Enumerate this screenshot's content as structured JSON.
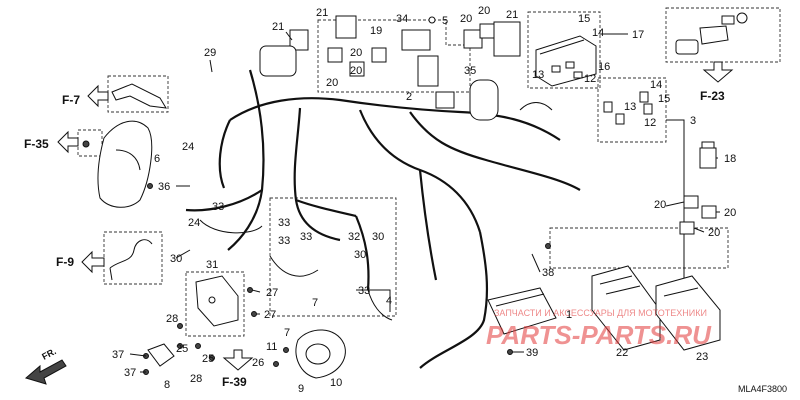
{
  "diagram": {
    "drawing_code": "MLA4F3800",
    "front_label": "FR.",
    "watermark": {
      "brand": "PARTS-PARTS.RU",
      "tagline": "ЗАПЧАСТИ И АКСЕССУАРЫ ДЛЯ МОТОТЕХНИКИ"
    },
    "section_refs": [
      {
        "id": "f7",
        "label": "F-7"
      },
      {
        "id": "f35",
        "label": "F-35"
      },
      {
        "id": "f9",
        "label": "F-9"
      },
      {
        "id": "f23",
        "label": "F-23"
      },
      {
        "id": "f39",
        "label": "F-39"
      }
    ],
    "callouts": [
      {
        "id": "c21a",
        "label": "21"
      },
      {
        "id": "c21b",
        "label": "21"
      },
      {
        "id": "c34",
        "label": "34"
      },
      {
        "id": "c5",
        "label": "5"
      },
      {
        "id": "c20a",
        "label": "20"
      },
      {
        "id": "c20b",
        "label": "20"
      },
      {
        "id": "c21c",
        "label": "21"
      },
      {
        "id": "c19",
        "label": "19"
      },
      {
        "id": "c20c",
        "label": "20"
      },
      {
        "id": "c20d",
        "label": "20"
      },
      {
        "id": "c20e",
        "label": "20"
      },
      {
        "id": "c29",
        "label": "29"
      },
      {
        "id": "c35",
        "label": "35"
      },
      {
        "id": "c15a",
        "label": "15"
      },
      {
        "id": "c14a",
        "label": "14"
      },
      {
        "id": "c17",
        "label": "17"
      },
      {
        "id": "c16",
        "label": "16"
      },
      {
        "id": "c13a",
        "label": "13"
      },
      {
        "id": "c12a",
        "label": "12"
      },
      {
        "id": "c14b",
        "label": "14"
      },
      {
        "id": "c15b",
        "label": "15"
      },
      {
        "id": "c13b",
        "label": "13"
      },
      {
        "id": "c12b",
        "label": "12"
      },
      {
        "id": "c3",
        "label": "3"
      },
      {
        "id": "c2",
        "label": "2"
      },
      {
        "id": "c6",
        "label": "6"
      },
      {
        "id": "c24a",
        "label": "24"
      },
      {
        "id": "c36",
        "label": "36"
      },
      {
        "id": "c18",
        "label": "18"
      },
      {
        "id": "c20f",
        "label": "20"
      },
      {
        "id": "c20g",
        "label": "20"
      },
      {
        "id": "c20h",
        "label": "20"
      },
      {
        "id": "c33a",
        "label": "33"
      },
      {
        "id": "c24b",
        "label": "24"
      },
      {
        "id": "c33b",
        "label": "33"
      },
      {
        "id": "c33c",
        "label": "33"
      },
      {
        "id": "c33d",
        "label": "33"
      },
      {
        "id": "c32",
        "label": "32"
      },
      {
        "id": "c30a",
        "label": "30"
      },
      {
        "id": "c30b",
        "label": "30"
      },
      {
        "id": "c30c",
        "label": "30"
      },
      {
        "id": "c31",
        "label": "31"
      },
      {
        "id": "c38",
        "label": "38"
      },
      {
        "id": "c27a",
        "label": "27"
      },
      {
        "id": "c27b",
        "label": "27"
      },
      {
        "id": "c33e",
        "label": "33"
      },
      {
        "id": "c4",
        "label": "4"
      },
      {
        "id": "c7a",
        "label": "7"
      },
      {
        "id": "c1",
        "label": "1"
      },
      {
        "id": "c28a",
        "label": "28"
      },
      {
        "id": "c25a",
        "label": "25"
      },
      {
        "id": "c28b",
        "label": "28"
      },
      {
        "id": "c25b",
        "label": "25"
      },
      {
        "id": "c7b",
        "label": "7"
      },
      {
        "id": "c11",
        "label": "11"
      },
      {
        "id": "c37a",
        "label": "37"
      },
      {
        "id": "c37b",
        "label": "37"
      },
      {
        "id": "c8",
        "label": "8"
      },
      {
        "id": "c26",
        "label": "26"
      },
      {
        "id": "c9",
        "label": "9"
      },
      {
        "id": "c10",
        "label": "10"
      },
      {
        "id": "c39",
        "label": "39"
      },
      {
        "id": "c22",
        "label": "22"
      },
      {
        "id": "c23",
        "label": "23"
      }
    ]
  }
}
